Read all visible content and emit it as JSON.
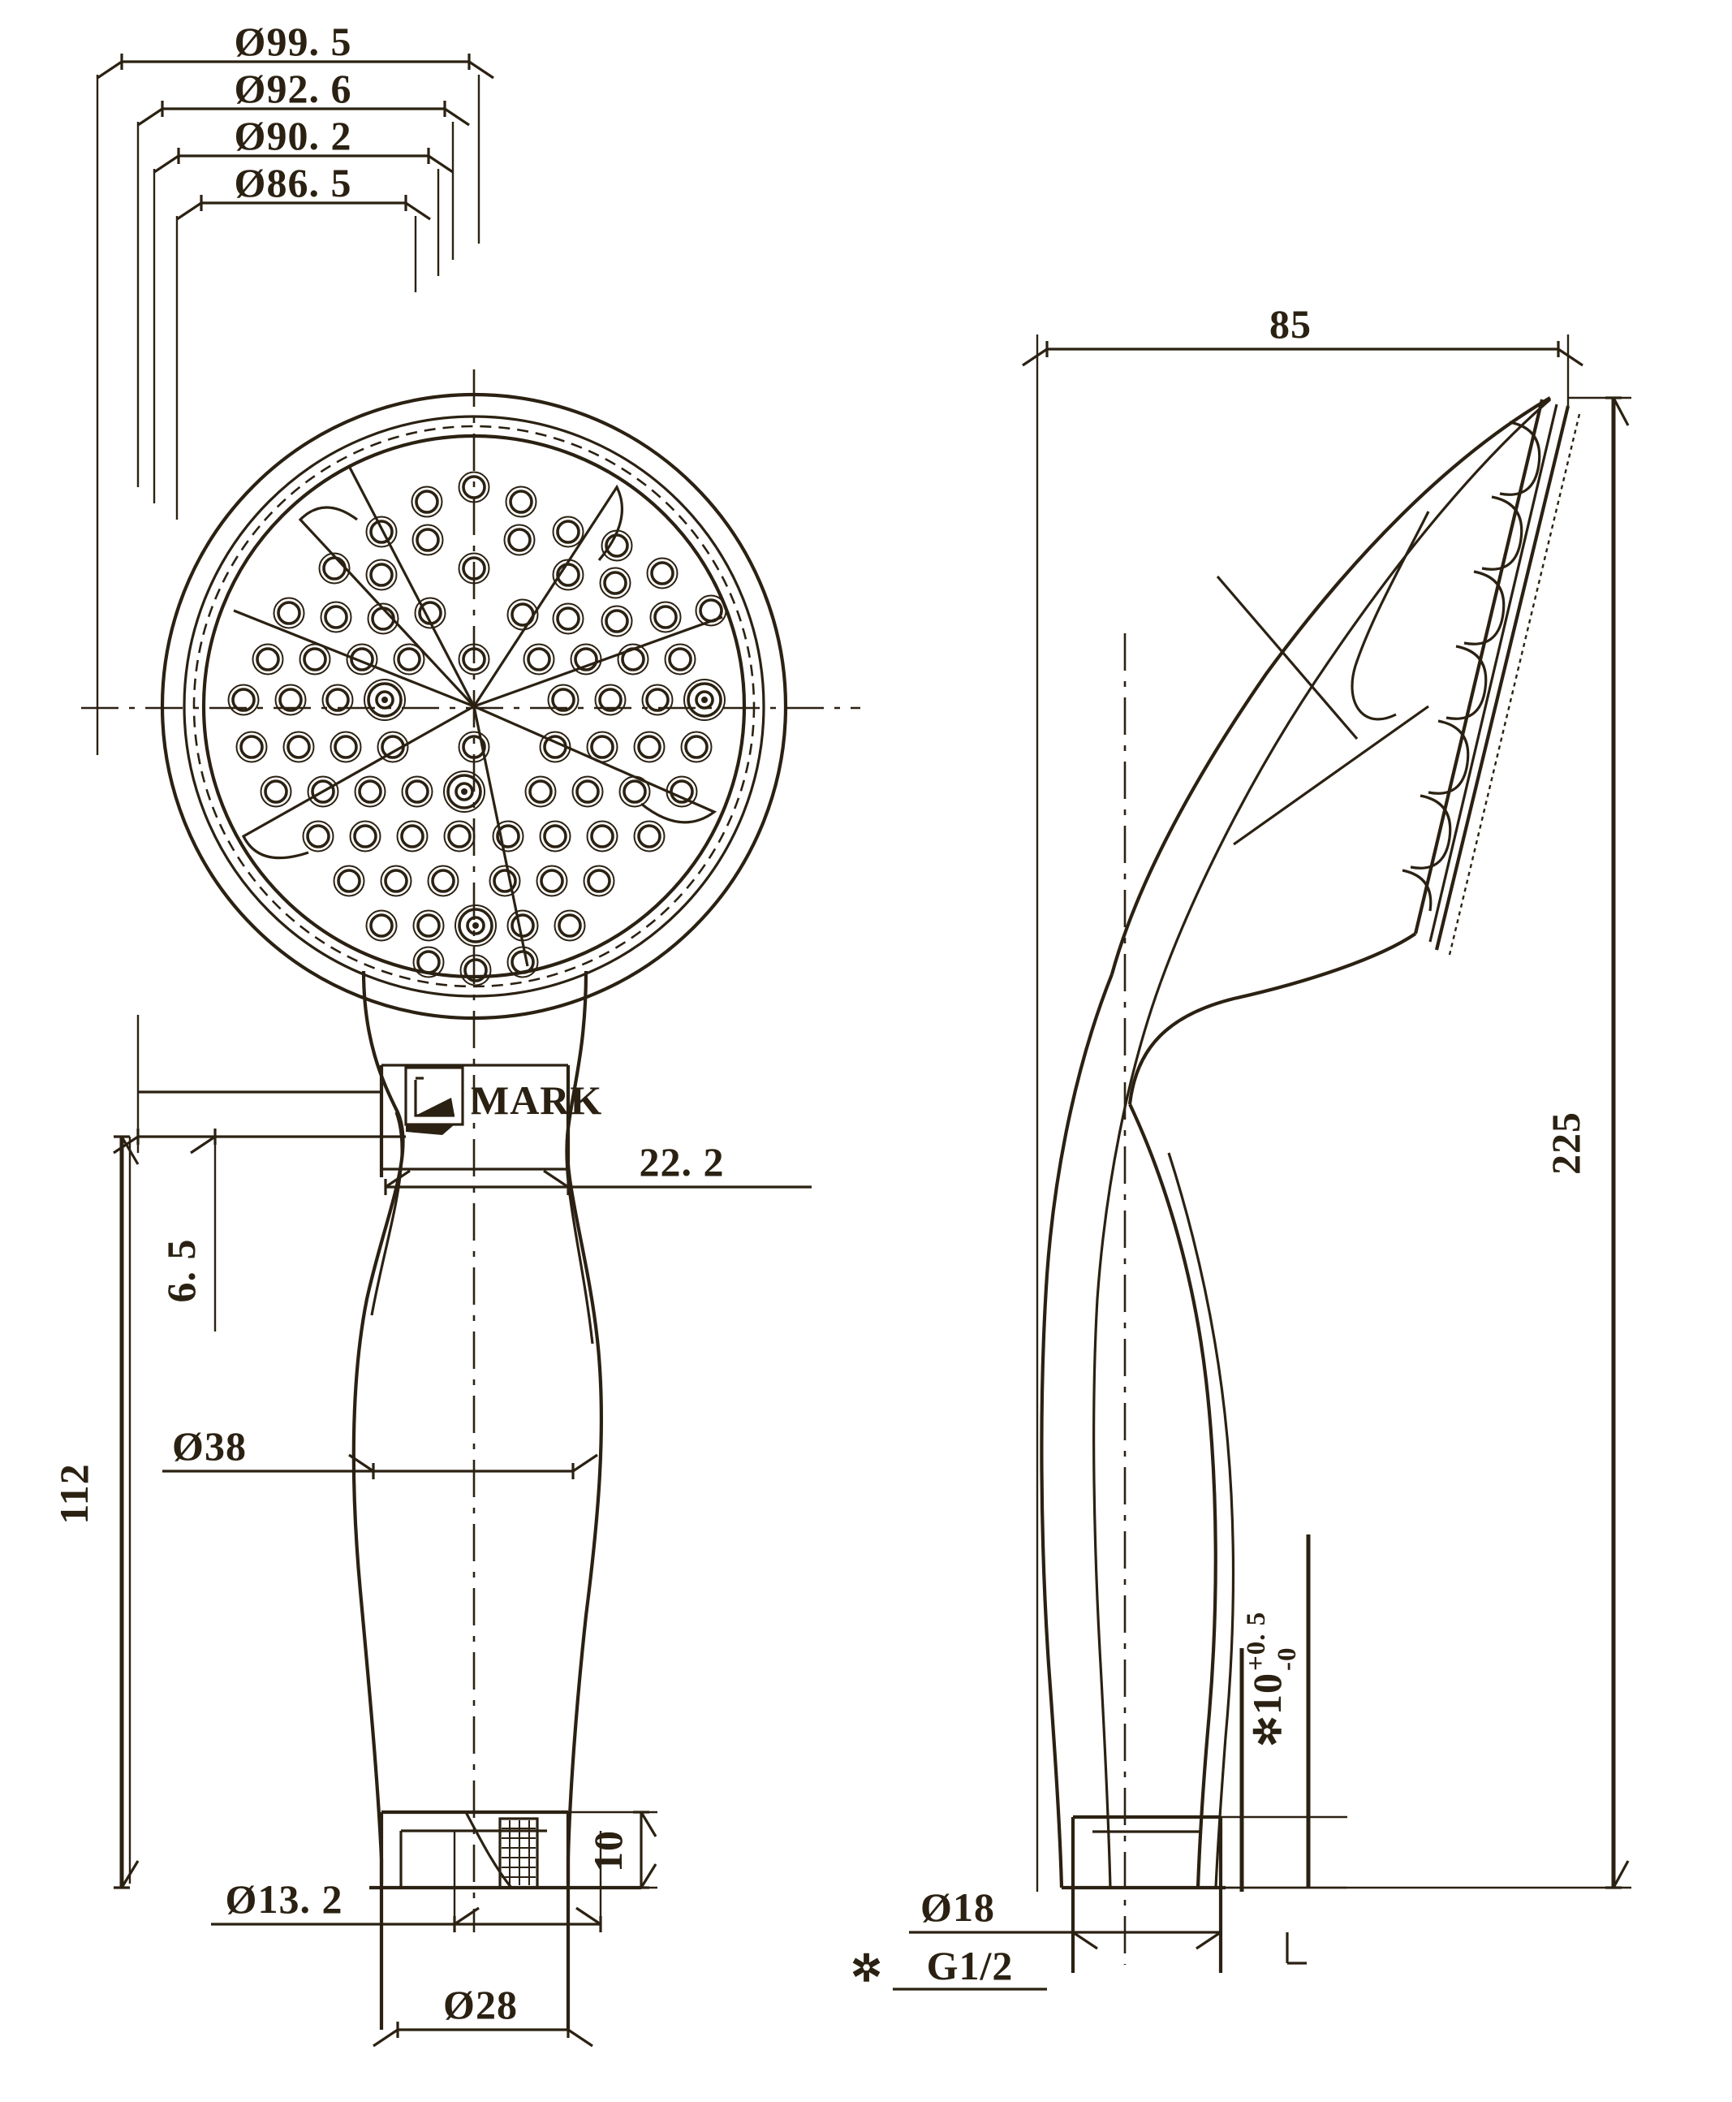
{
  "drawing": {
    "title": "Handheld Shower Head Technical Drawing",
    "line_color": "#2b2112",
    "background_color": "#ffffff",
    "views": [
      {
        "name": "front-view",
        "label": ""
      },
      {
        "name": "side-view",
        "label": ""
      }
    ]
  },
  "front_view": {
    "diameters": [
      {
        "id": "d1",
        "label": "Ø99. 5",
        "value": 99.5
      },
      {
        "id": "d2",
        "label": "Ø92. 6",
        "value": 92.6
      },
      {
        "id": "d3",
        "label": "Ø90. 2",
        "value": 90.2
      },
      {
        "id": "d4",
        "label": "Ø86. 5",
        "value": 86.5
      }
    ],
    "handle_dims": [
      {
        "id": "h1",
        "label": "22. 2",
        "value": 22.2,
        "rotated": false
      },
      {
        "id": "h2",
        "label": "6. 5",
        "value": 6.5,
        "rotated": true
      },
      {
        "id": "h3",
        "label": "112",
        "value": 112,
        "rotated": true
      },
      {
        "id": "h4",
        "label": "Ø38",
        "value": 38,
        "rotated": false
      },
      {
        "id": "h5",
        "label": "10",
        "value": 10,
        "rotated": true
      },
      {
        "id": "h6",
        "label": "Ø13. 2",
        "value": 13.2,
        "rotated": false
      },
      {
        "id": "h7",
        "label": "Ø28",
        "value": 28,
        "rotated": false
      }
    ],
    "mark_label": "MARK"
  },
  "side_view": {
    "dims": [
      {
        "id": "s1",
        "label": "85",
        "value": 85,
        "rotated": false
      },
      {
        "id": "s2",
        "label": "225",
        "value": 225,
        "rotated": true
      },
      {
        "id": "s3",
        "label": "10",
        "value": 10,
        "rotated": true,
        "tol_plus": "+0. 5",
        "tol_minus": "-0",
        "asterisk": "✲"
      },
      {
        "id": "s4",
        "label": "Ø18",
        "value": 18,
        "rotated": false
      },
      {
        "id": "s5",
        "label": "G1/2",
        "thread": "G1/2",
        "asterisk": "✲"
      }
    ]
  },
  "chart_data": {
    "type": "table",
    "title": "Handheld Shower Head Dimensions (mm)",
    "categories": [
      "Ø99.5",
      "Ø92.6",
      "Ø90.2",
      "Ø86.5",
      "22.2",
      "6.5",
      "112",
      "Ø38",
      "10",
      "Ø13.2",
      "Ø28",
      "85",
      "225",
      "10 +0.5/-0",
      "Ø18",
      "G1/2"
    ],
    "values": [
      99.5,
      92.6,
      90.2,
      86.5,
      22.2,
      6.5,
      112,
      38,
      10,
      13.2,
      28,
      85,
      225,
      10,
      18,
      0.5
    ]
  }
}
